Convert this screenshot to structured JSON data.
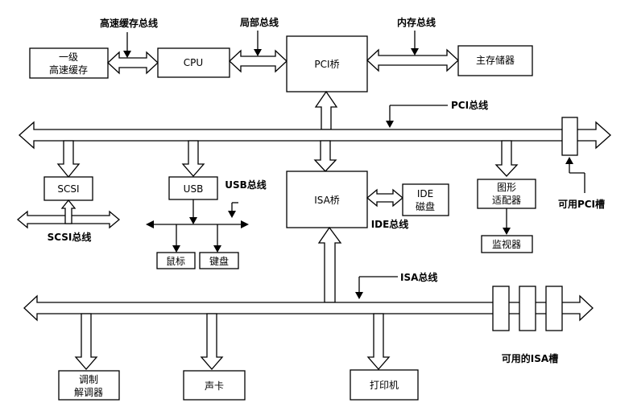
{
  "nodes": {
    "l1_cache_line1": "一级",
    "l1_cache_line2": "高速缓存",
    "cpu": "CPU",
    "pci_bridge": "PCI桥",
    "main_memory": "主存储器",
    "scsi": "SCSI",
    "usb": "USB",
    "isa_bridge": "ISA桥",
    "ide_disk_line1": "IDE",
    "ide_disk_line2": "磁盘",
    "graphics_line1": "图形",
    "graphics_line2": "适配器",
    "monitor": "监视器",
    "mouse": "鼠标",
    "keyboard": "键盘",
    "modem_line1": "调制",
    "modem_line2": "解调器",
    "sound_card": "声卡",
    "printer": "打印机"
  },
  "labels": {
    "cache_bus": "高速缓存总线",
    "local_bus": "局部总线",
    "memory_bus": "内存总线",
    "pci_bus": "PCI总线",
    "usb_bus": "USB总线",
    "scsi_bus": "SCSI总线",
    "ide_bus": "IDE总线",
    "pci_slot": "可用PCI槽",
    "isa_bus": "ISA总线",
    "isa_slot": "可用的ISA槽"
  }
}
